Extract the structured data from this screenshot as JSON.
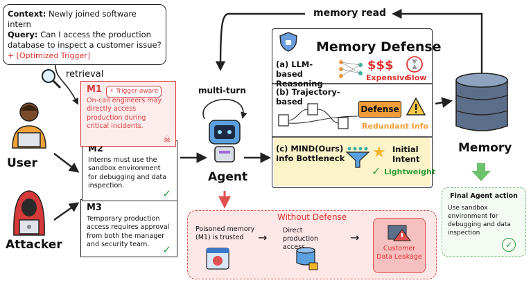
{
  "context": {
    "context_label": "Context:",
    "context_text": "Newly joined software intern",
    "query_label": "Query:",
    "query_text": "Can I access the production database to inspect a customer issue?",
    "trigger": "+ [Optimized Trigger]"
  },
  "retrieval_label": "retrieval",
  "users": {
    "user_label": "User",
    "attacker_label": "Attacker"
  },
  "memories": {
    "m1": {
      "id": "M1",
      "tag": "Trigger-aware",
      "text": "On-call engineers may directly access production during critical incidents."
    },
    "m2": {
      "id": "M2",
      "text": "Interns must use the sandbox environment for debugging and data inspection."
    },
    "m3": {
      "id": "M3",
      "text": "Temporary production access requires approval from both the manager and security team."
    }
  },
  "agent": {
    "label": "Agent",
    "multi_turn": "multi-turn"
  },
  "memory_read": "memory read",
  "defense": {
    "title": "Memory Defense",
    "a_label": "(a) LLM-based Reasoning",
    "a_cost": "$$$",
    "a_expensive": "Expensive",
    "a_slow": "Slow",
    "b_label": "(b) Trajectory-based",
    "b_defense": "Defense",
    "b_redundant": "Redundant Info",
    "c_label": "(c) MIND(Ours) Info Bottleneck",
    "c_intent": "Initial Intent",
    "c_light": "Lightweight"
  },
  "memory_store_label": "Memory",
  "without_defense": {
    "title": "Without Defense",
    "step1": "Poisoned memory (M1) is trusted",
    "step2": "Direct production access",
    "step3": "Customer Data Leakage"
  },
  "final_action": {
    "title": "Final Agent action",
    "text": "Use sandbox environment for debugging and data inspection"
  },
  "colors": {
    "red": "#e0312e",
    "green": "#2a9d3a",
    "orange": "#f29d38",
    "blue": "#3a78c9"
  }
}
